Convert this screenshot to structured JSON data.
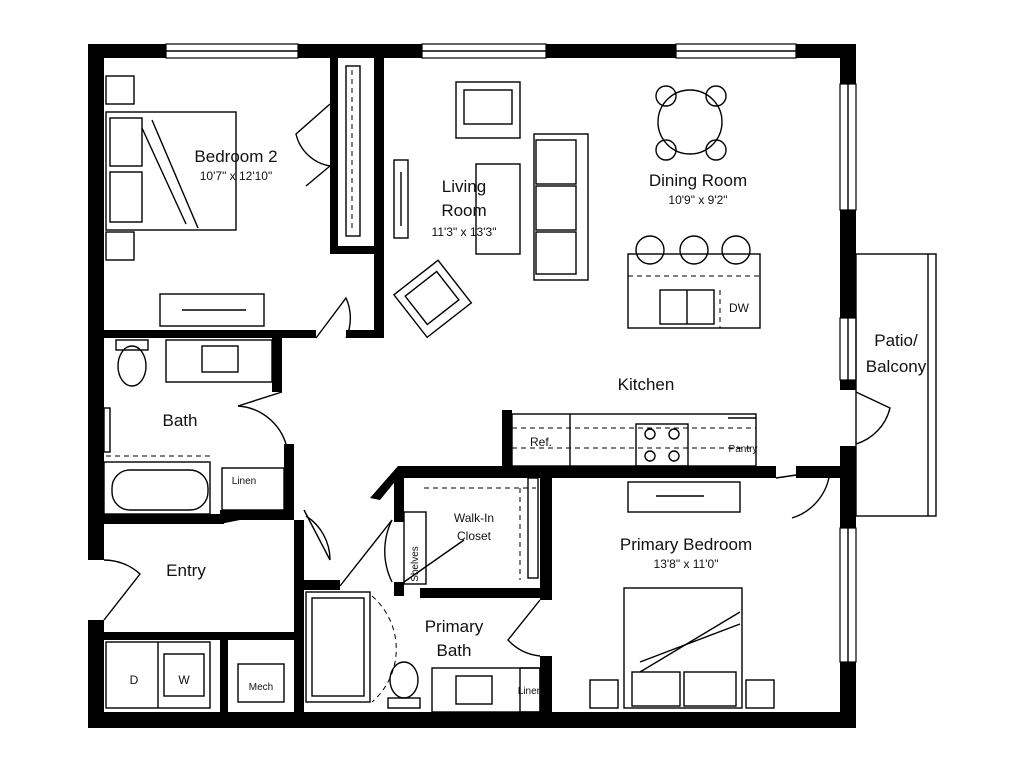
{
  "rooms": {
    "bedroom2": {
      "name": "Bedroom 2",
      "dims": "10'7\" x 12'10\""
    },
    "living_room": {
      "name_line1": "Living",
      "name_line2": "Room",
      "dims": "11'3\" x 13'3\""
    },
    "dining_room": {
      "name": "Dining Room",
      "dims": "10'9\" x 9'2\""
    },
    "patio": {
      "name_line1": "Patio/",
      "name_line2": "Balcony"
    },
    "kitchen": {
      "name": "Kitchen"
    },
    "bath": {
      "name": "Bath"
    },
    "entry": {
      "name": "Entry"
    },
    "walk_in_closet": {
      "name_line1": "Walk-In",
      "name_line2": "Closet"
    },
    "primary_bedroom": {
      "name": "Primary Bedroom",
      "dims": "13'8\" x 11'0\""
    },
    "primary_bath": {
      "name_line1": "Primary",
      "name_line2": "Bath"
    }
  },
  "fixtures": {
    "dishwasher": "DW",
    "refrigerator": "Ref.",
    "pantry": "Pantry",
    "linen_hall": "Linen",
    "linen_bath": "Linen",
    "shelves": "Shelves",
    "dryer": "D",
    "washer": "W",
    "mech": "Mech"
  }
}
